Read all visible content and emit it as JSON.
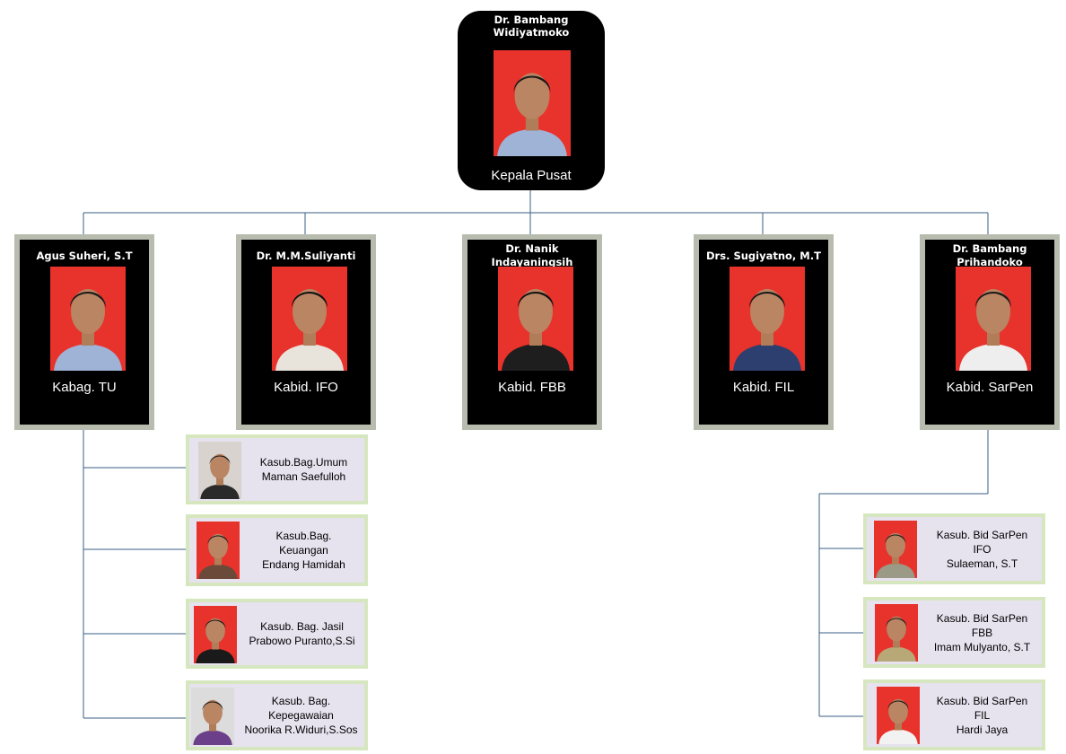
{
  "top": {
    "name": "Dr. Bambang\nWidiyatmoko",
    "role": "Kepala Pusat"
  },
  "heads": [
    {
      "name": "Agus Suheri, S.T",
      "role": "Kabag. TU",
      "shirt": "#9fb3d6",
      "hair": "#1a1a1a"
    },
    {
      "name": "Dr. M.M.Suliyanti",
      "role": "Kabid. IFO",
      "shirt": "#e8e4dc",
      "hair": "#111111"
    },
    {
      "name": "Dr. Nanik\nIndayaningsih",
      "role": "Kabid. FBB",
      "shirt": "#1e1e1e",
      "hair": "#111111"
    },
    {
      "name": "Drs. Sugiyatno, M.T",
      "role": "Kabid. FIL",
      "shirt": "#2c3f6e",
      "hair": "#1a1a1a"
    },
    {
      "name": "Dr. Bambang\nPrihandoko",
      "role": "Kabid. SarPen",
      "shirt": "#eeeeee",
      "hair": "#1a1a1a"
    }
  ],
  "tu_subs": [
    {
      "lines": [
        "Kasub.Bag.Umum",
        "Maman Saefulloh"
      ],
      "bg": "#d8d3cf",
      "shirt": "#2a2a2a"
    },
    {
      "lines": [
        "Kasub.Bag.",
        "Keuangan",
        "Endang Hamidah"
      ],
      "bg": "#e8332c",
      "shirt": "#6b4a3a"
    },
    {
      "lines": [
        "Kasub. Bag. Jasil",
        "Prabowo Puranto,S.Si"
      ],
      "bg": "#e8332c",
      "shirt": "#1a1a1a"
    },
    {
      "lines": [
        "Kasub. Bag.",
        "Kepegawaian",
        "Noorika R.Widuri,S.Sos"
      ],
      "bg": "#dcdcdc",
      "shirt": "#6b3f8a"
    }
  ],
  "sarpen_subs": [
    {
      "lines": [
        "Kasub. Bid SarPen",
        "IFO",
        "Sulaeman, S.T"
      ],
      "bg": "#e8332c",
      "shirt": "#9a9a86"
    },
    {
      "lines": [
        "Kasub. Bid SarPen",
        "FBB",
        "Imam Mulyanto, S.T"
      ],
      "bg": "#e8332c",
      "shirt": "#b9a877"
    },
    {
      "lines": [
        "Kasub. Bid SarPen",
        "FIL",
        "Hardi Jaya"
      ],
      "bg": "#e8332c",
      "shirt": "#f2f2f2"
    }
  ],
  "colors": {
    "connector": "#3a5f86",
    "node_bg": "#000000",
    "head_border": "#b8bcae",
    "sub_bg": "#e6e2ee",
    "sub_border": "#d6e7bf",
    "photo_bg": "#e8332c"
  }
}
